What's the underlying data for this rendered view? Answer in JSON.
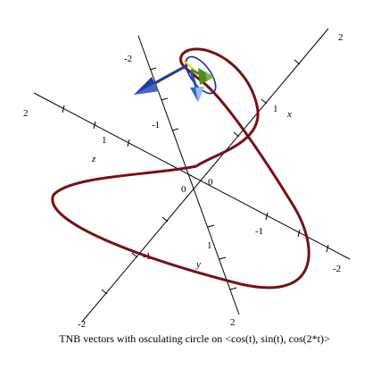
{
  "figure": {
    "caption": "TNB vectors with osculating circle on  <cos(t), sin(t), cos(2*t)>"
  },
  "axes": {
    "x": {
      "name": "x",
      "tick_labels": [
        {
          "id": "x-pos-1",
          "text": "1"
        },
        {
          "id": "x-pos-2",
          "text": "2"
        },
        {
          "id": "x-neg-1",
          "text": "-1"
        },
        {
          "id": "x-neg-2",
          "text": "-2"
        }
      ]
    },
    "y": {
      "name": "y",
      "tick_labels": [
        {
          "id": "y-pos-1",
          "text": "1"
        },
        {
          "id": "y-pos-2",
          "text": "2"
        },
        {
          "id": "y-neg-1",
          "text": "-1"
        },
        {
          "id": "y-neg-2",
          "text": "-2"
        }
      ]
    },
    "z": {
      "name": "z",
      "tick_labels": [
        {
          "id": "z-pos-1",
          "text": "1"
        },
        {
          "id": "z-pos-2",
          "text": "2"
        },
        {
          "id": "z-neg-1",
          "text": "-1"
        },
        {
          "id": "z-neg-2",
          "text": "-2"
        }
      ]
    },
    "origin_labels": [
      "0",
      "0"
    ]
  },
  "colors": {
    "axis": "#000000",
    "curve": "#7a1010",
    "osculating_circle": "#1a2aa0",
    "tangent_vector": "#1f3b99",
    "normal_vector": "#4f8a1c",
    "binormal_vector": "#2450b0",
    "highlight": "#e0e000"
  }
}
